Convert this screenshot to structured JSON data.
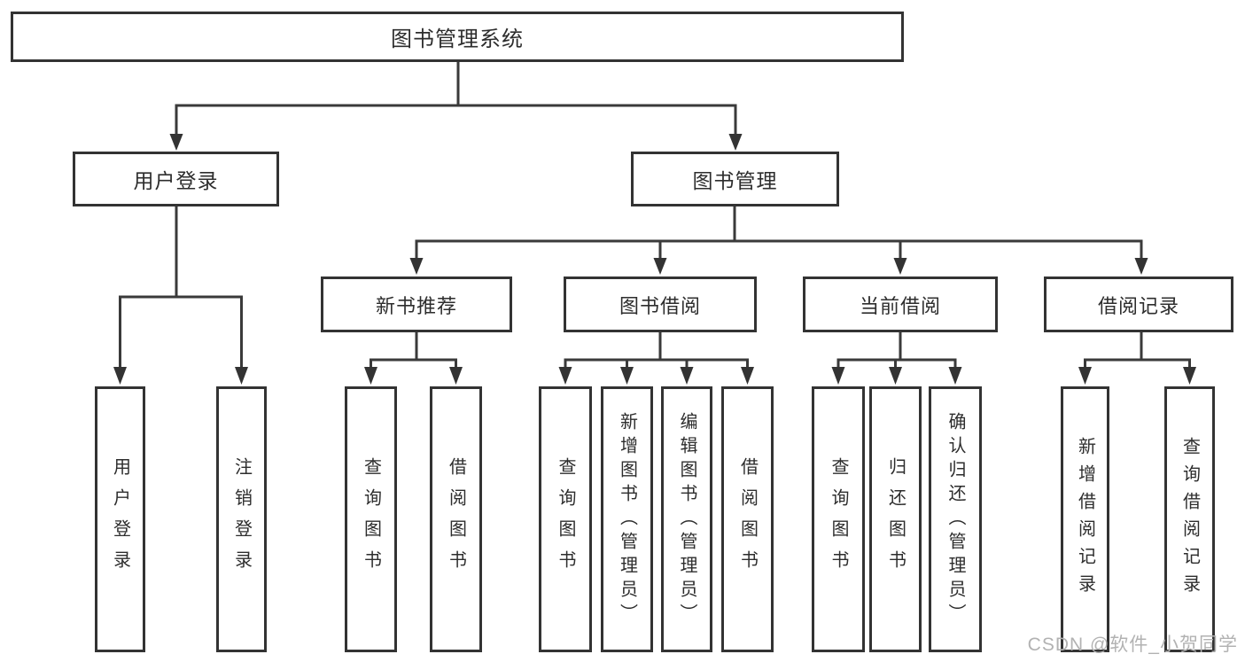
{
  "diagram": {
    "title": "图书管理系统",
    "root": {
      "label": "图书管理系统"
    },
    "branches": [
      {
        "label": "用户登录",
        "children": [
          {
            "label": "用户登录"
          },
          {
            "label": "注销登录"
          }
        ]
      },
      {
        "label": "图书管理",
        "children": [
          {
            "label": "新书推荐",
            "children": [
              {
                "label": "查询图书"
              },
              {
                "label": "借阅图书"
              }
            ]
          },
          {
            "label": "图书借阅",
            "children": [
              {
                "label": "查询图书"
              },
              {
                "label": "新增图书（管理员）"
              },
              {
                "label": "编辑图书（管理员）"
              },
              {
                "label": "借阅图书"
              }
            ]
          },
          {
            "label": "当前借阅",
            "children": [
              {
                "label": "查询图书"
              },
              {
                "label": "归还图书"
              },
              {
                "label": "确认归还（管理员）"
              }
            ]
          },
          {
            "label": "借阅记录",
            "children": [
              {
                "label": "新增借阅记录"
              },
              {
                "label": "查询借阅记录"
              }
            ]
          }
        ]
      }
    ]
  },
  "watermark": {
    "text": "CSDN @软件_小贺同学"
  },
  "colors": {
    "line": "#3a3a3a",
    "border": "#333333",
    "text": "#2d2d2d",
    "background": "#ffffff",
    "watermark": "#b2b2b2"
  }
}
